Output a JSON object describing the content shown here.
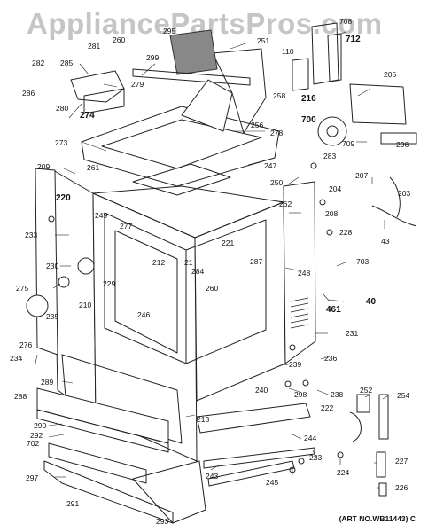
{
  "watermark": "AppliancePartsPros.com",
  "art_number": "(ART NO.WB11443) C",
  "callouts": [
    {
      "id": "c1",
      "label": "260"
    },
    {
      "id": "c2",
      "label": "281"
    },
    {
      "id": "c3",
      "label": "295"
    },
    {
      "id": "c4",
      "label": "251"
    },
    {
      "id": "c5",
      "label": "708"
    },
    {
      "id": "c6",
      "label": "712"
    },
    {
      "id": "c7",
      "label": "282"
    },
    {
      "id": "c8",
      "label": "285"
    },
    {
      "id": "c9",
      "label": "299"
    },
    {
      "id": "c10",
      "label": "110"
    },
    {
      "id": "c11",
      "label": "279"
    },
    {
      "id": "c12",
      "label": "286"
    },
    {
      "id": "c13",
      "label": "280"
    },
    {
      "id": "c14",
      "label": "274"
    },
    {
      "id": "c15",
      "label": "216"
    },
    {
      "id": "c16",
      "label": "258"
    },
    {
      "id": "c17",
      "label": "205"
    },
    {
      "id": "c18",
      "label": "700"
    },
    {
      "id": "c19",
      "label": "256"
    },
    {
      "id": "c20",
      "label": "278"
    },
    {
      "id": "c21",
      "label": "273"
    },
    {
      "id": "c22",
      "label": "709"
    },
    {
      "id": "c23",
      "label": "296"
    },
    {
      "id": "c24",
      "label": "283"
    },
    {
      "id": "c25",
      "label": "209"
    },
    {
      "id": "c26",
      "label": "261"
    },
    {
      "id": "c27",
      "label": "247"
    },
    {
      "id": "c28",
      "label": "250"
    },
    {
      "id": "c29",
      "label": "204"
    },
    {
      "id": "c30",
      "label": "207"
    },
    {
      "id": "c31",
      "label": "220"
    },
    {
      "id": "c32",
      "label": "262"
    },
    {
      "id": "c33",
      "label": "203"
    },
    {
      "id": "c34",
      "label": "249"
    },
    {
      "id": "c35",
      "label": "208"
    },
    {
      "id": "c36",
      "label": "277"
    },
    {
      "id": "c37",
      "label": "233"
    },
    {
      "id": "c38",
      "label": "221"
    },
    {
      "id": "c39",
      "label": "228"
    },
    {
      "id": "c40",
      "label": "43"
    },
    {
      "id": "c41",
      "label": "287"
    },
    {
      "id": "c42",
      "label": "212"
    },
    {
      "id": "c43",
      "label": "21"
    },
    {
      "id": "c44",
      "label": "284"
    },
    {
      "id": "c45",
      "label": "703"
    },
    {
      "id": "c46",
      "label": "230"
    },
    {
      "id": "c47",
      "label": "229"
    },
    {
      "id": "c48",
      "label": "248"
    },
    {
      "id": "c49",
      "label": "275"
    },
    {
      "id": "c50",
      "label": "260"
    },
    {
      "id": "c51",
      "label": "210"
    },
    {
      "id": "c52",
      "label": "246"
    },
    {
      "id": "c53",
      "label": "40"
    },
    {
      "id": "c54",
      "label": "461"
    },
    {
      "id": "c55",
      "label": "235"
    },
    {
      "id": "c56",
      "label": "276"
    },
    {
      "id": "c57",
      "label": "231"
    },
    {
      "id": "c58",
      "label": "234"
    },
    {
      "id": "c59",
      "label": "239"
    },
    {
      "id": "c60",
      "label": "236"
    },
    {
      "id": "c61",
      "label": "289"
    },
    {
      "id": "c62",
      "label": "288"
    },
    {
      "id": "c63",
      "label": "240"
    },
    {
      "id": "c64",
      "label": "238"
    },
    {
      "id": "c65",
      "label": "252"
    },
    {
      "id": "c66",
      "label": "254"
    },
    {
      "id": "c67",
      "label": "298"
    },
    {
      "id": "c68",
      "label": "222"
    },
    {
      "id": "c69",
      "label": "213"
    },
    {
      "id": "c70",
      "label": "290"
    },
    {
      "id": "c71",
      "label": "292"
    },
    {
      "id": "c72",
      "label": "702"
    },
    {
      "id": "c73",
      "label": "244"
    },
    {
      "id": "c74",
      "label": "223"
    },
    {
      "id": "c75",
      "label": "297"
    },
    {
      "id": "c76",
      "label": "243"
    },
    {
      "id": "c77",
      "label": "227"
    },
    {
      "id": "c78",
      "label": "224"
    },
    {
      "id": "c79",
      "label": "291"
    },
    {
      "id": "c80",
      "label": "245"
    },
    {
      "id": "c81",
      "label": "226"
    },
    {
      "id": "c82",
      "label": "293"
    }
  ]
}
